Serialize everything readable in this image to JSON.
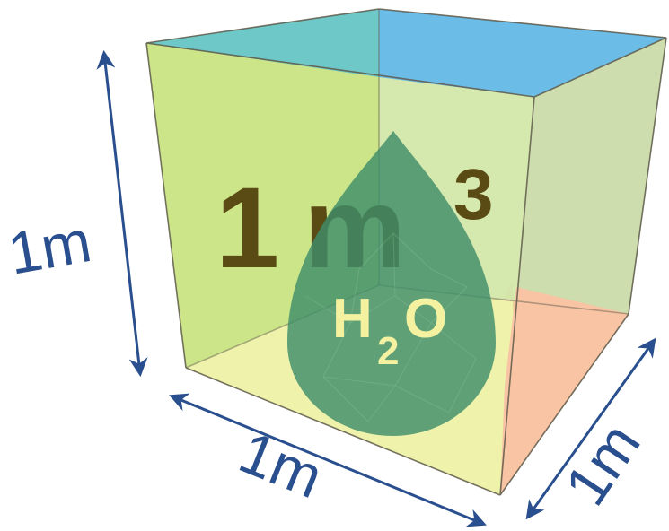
{
  "figure": {
    "main_number": "1",
    "main_unit": "m",
    "main_exponent": "3",
    "substance": {
      "element_1": "H",
      "subscript": "2",
      "element_2": "O"
    },
    "dimensions": {
      "height": "1m",
      "width": "1m",
      "depth": "1m"
    }
  },
  "colors": {
    "left_face": "#c7e27e",
    "top_left": "#6ec8c8",
    "top_right": "#6cbce8",
    "back_face": "#cfe3b0",
    "right_face": "#b9a698",
    "bottom_face": "#fcf6b2",
    "bottom_right": "#f9c4a4",
    "drop": "#3f8d6a",
    "arrow": "#2a4f8e",
    "label_text": "#5a4a14",
    "h2o_text": "#f4f2a0"
  }
}
